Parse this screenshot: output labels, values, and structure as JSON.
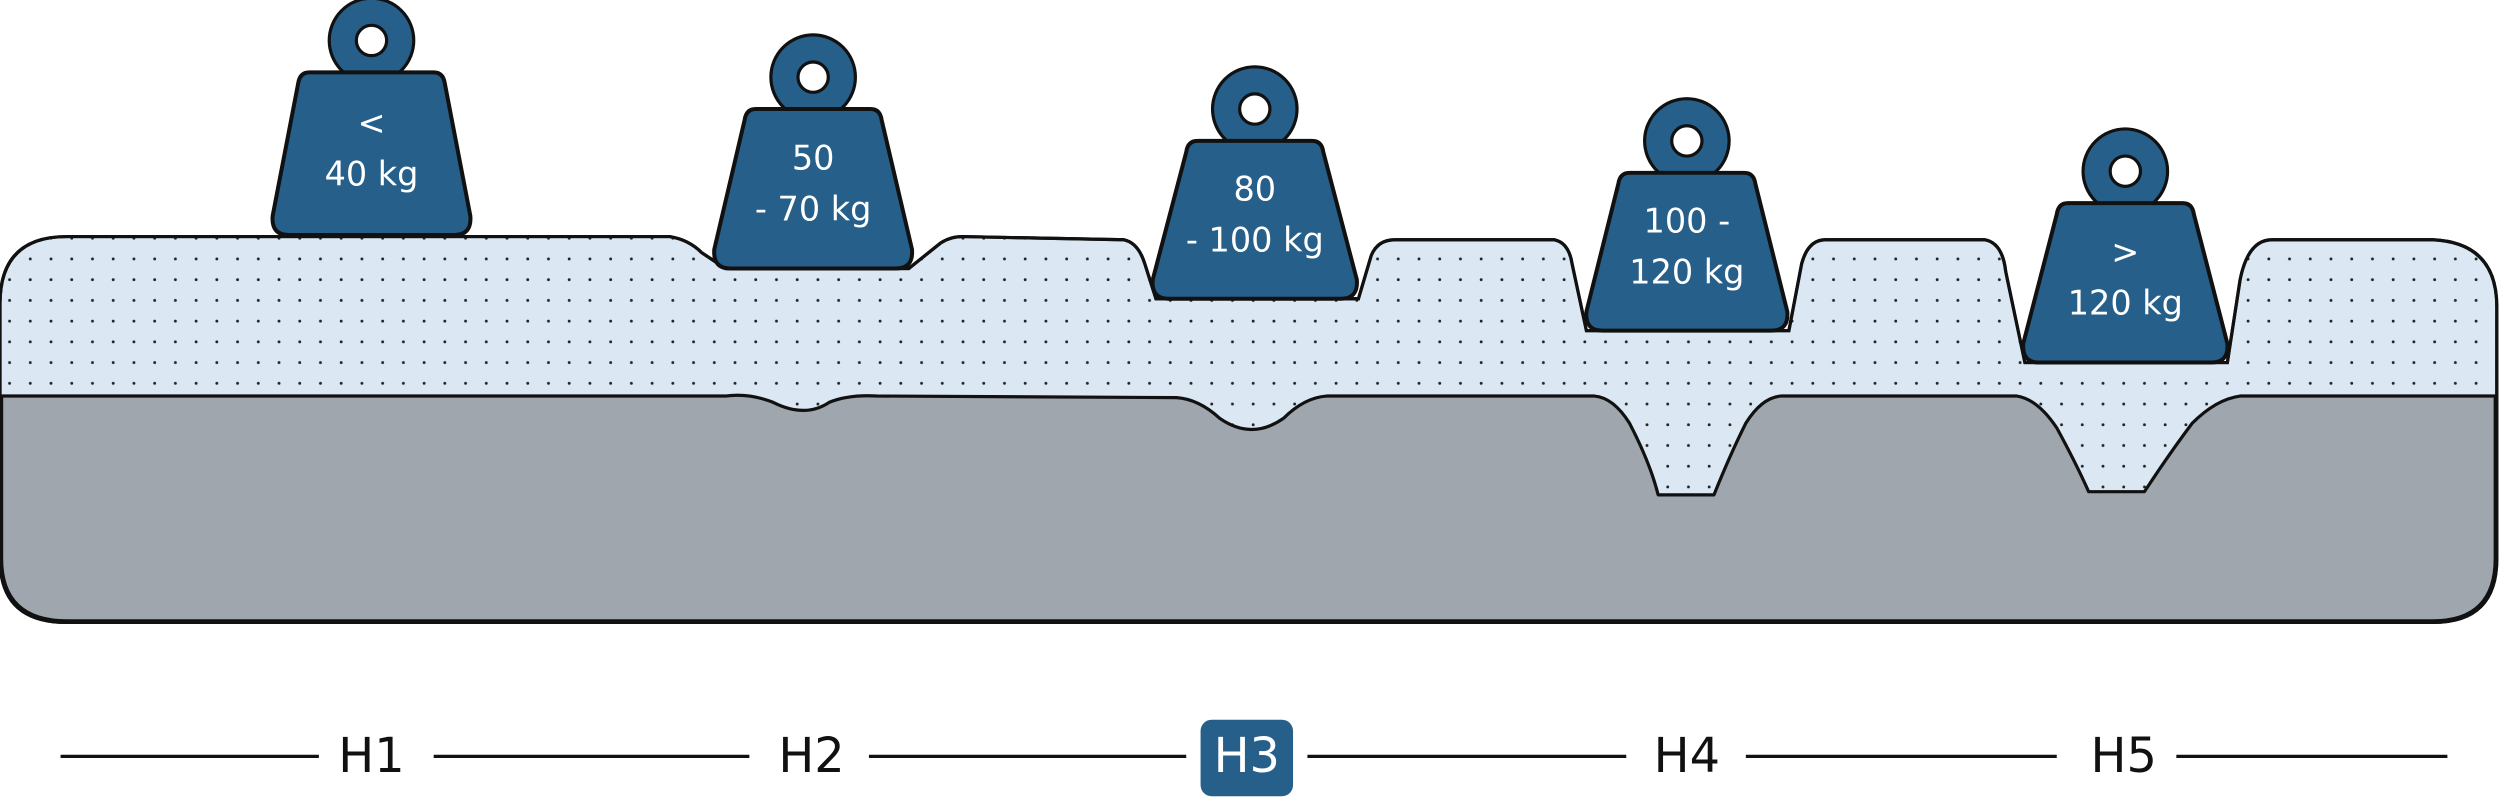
{
  "colors": {
    "weight": "#265f8a",
    "foam": "#dbe8f3",
    "base": "#a0a6ae",
    "outline": "#111111",
    "active_scale": "#265f8a"
  },
  "weights": [
    {
      "line1": "<",
      "line2": "40 kg"
    },
    {
      "line1": "50",
      "line2": "- 70 kg"
    },
    {
      "line1": "80",
      "line2": "- 100 kg"
    },
    {
      "line1": "100 -",
      "line2": "120 kg"
    },
    {
      "line1": ">",
      "line2": "120 kg"
    }
  ],
  "scale": {
    "labels": [
      "H1",
      "H2",
      "H3",
      "H4",
      "H5"
    ],
    "active": "H3"
  }
}
